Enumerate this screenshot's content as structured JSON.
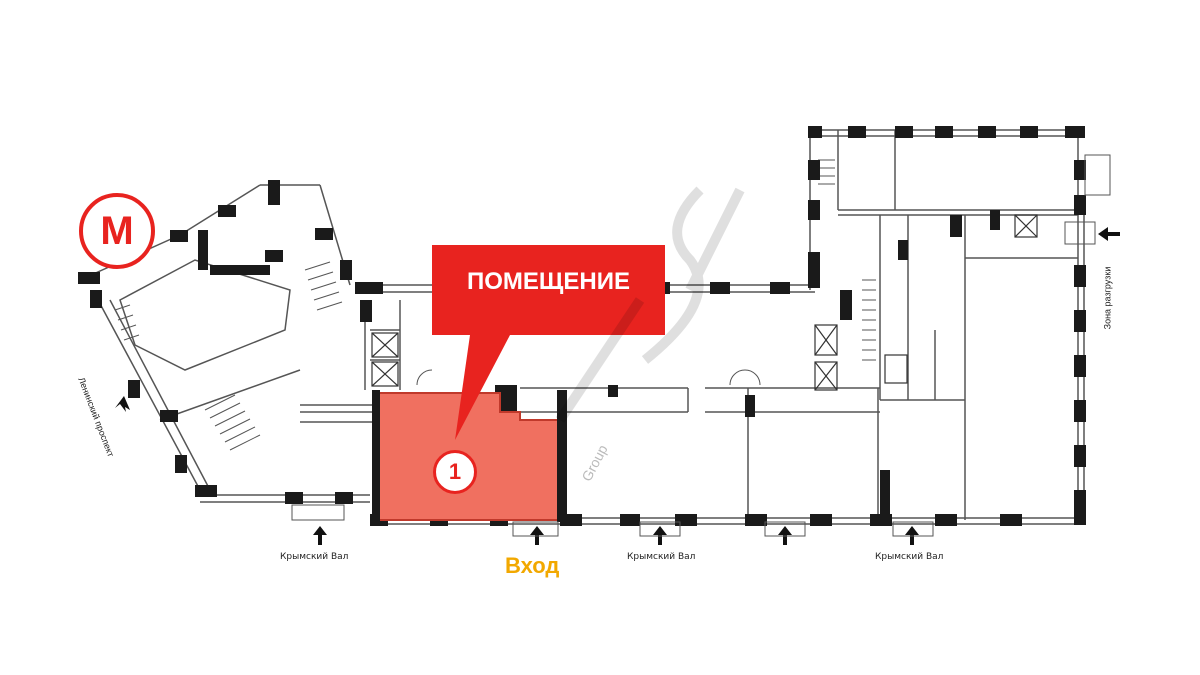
{
  "metro": {
    "letter": "М",
    "color": "#e8231f"
  },
  "callout": {
    "label": "ПОМЕЩЕНИЕ",
    "color": "#e8231f"
  },
  "unit": {
    "number": "1",
    "fill": "#f07060"
  },
  "entrance": {
    "label": "Вход",
    "color": "#f2a800"
  },
  "streets": {
    "krymsky_1": "Крымский Вал",
    "krymsky_2": "Крымский Вал",
    "krymsky_3": "Крымский Вал",
    "leninsky": "Ленинский проспект",
    "unloading": "Зона разгрузки"
  },
  "watermark": {
    "text": "ISN",
    "sub": "Group"
  }
}
